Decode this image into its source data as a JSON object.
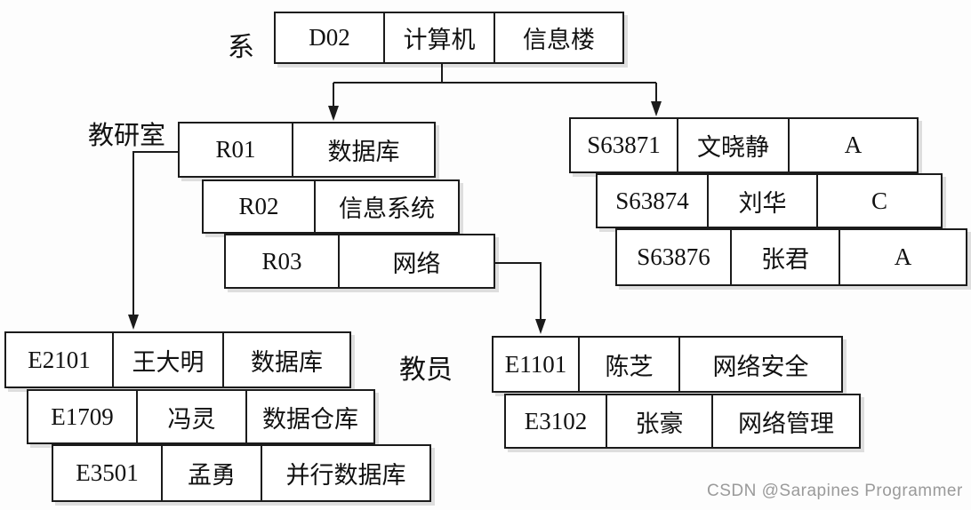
{
  "labels": {
    "department": "系",
    "research_office": "教研室",
    "teacher": "教员"
  },
  "records": {
    "department": [
      "D02",
      "计算机",
      "信息楼"
    ],
    "research_offices": [
      [
        "R01",
        "数据库"
      ],
      [
        "R02",
        "信息系统"
      ],
      [
        "R03",
        "网络"
      ]
    ],
    "students": [
      [
        "S63871",
        "文晓静",
        "A"
      ],
      [
        "S63874",
        "刘华",
        "C"
      ],
      [
        "S63876",
        "张君",
        "A"
      ]
    ],
    "teachers_database": [
      [
        "E2101",
        "王大明",
        "数据库"
      ],
      [
        "E1709",
        "冯灵",
        "数据仓库"
      ],
      [
        "E3501",
        "孟勇",
        "并行数据库"
      ]
    ],
    "teachers_network": [
      [
        "E1101",
        "陈芝",
        "网络安全"
      ],
      [
        "E3102",
        "张豪",
        "网络管理"
      ]
    ]
  },
  "watermark": "CSDN @Sarapines Programmer",
  "colors": {
    "line": "#1b1b1b",
    "box_border": "#1b1b1b",
    "box_fill": "#ffffff",
    "watermark_text": "#9a9a9a",
    "background": "#fdfdfd"
  }
}
